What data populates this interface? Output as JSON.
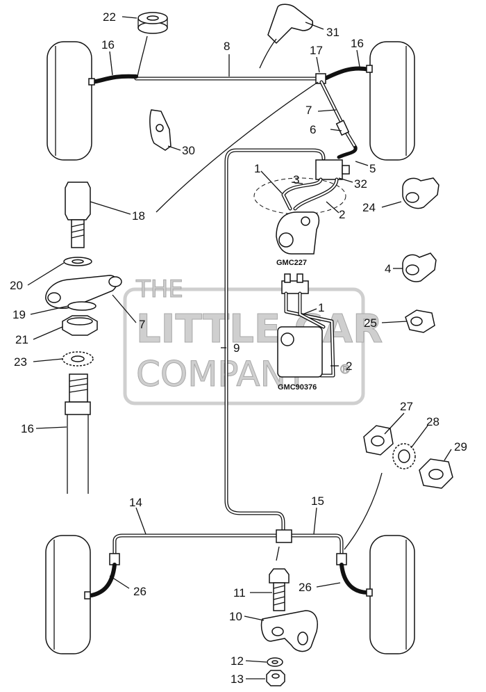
{
  "diagram": {
    "callouts": [
      {
        "id": "c22",
        "text": "22"
      },
      {
        "id": "c31",
        "text": "31"
      },
      {
        "id": "c16a",
        "text": "16"
      },
      {
        "id": "c8",
        "text": "8"
      },
      {
        "id": "c17",
        "text": "17"
      },
      {
        "id": "c16b",
        "text": "16"
      },
      {
        "id": "c7a",
        "text": "7"
      },
      {
        "id": "c6",
        "text": "6"
      },
      {
        "id": "c30",
        "text": "30"
      },
      {
        "id": "c5",
        "text": "5"
      },
      {
        "id": "c1a",
        "text": "1"
      },
      {
        "id": "c3",
        "text": "3"
      },
      {
        "id": "c32",
        "text": "32"
      },
      {
        "id": "c2a",
        "text": "2"
      },
      {
        "id": "c18",
        "text": "18"
      },
      {
        "id": "c24",
        "text": "24"
      },
      {
        "id": "c20",
        "text": "20"
      },
      {
        "id": "c4",
        "text": "4"
      },
      {
        "id": "c19",
        "text": "19"
      },
      {
        "id": "c7b",
        "text": "7"
      },
      {
        "id": "c21",
        "text": "21"
      },
      {
        "id": "c1b",
        "text": "1"
      },
      {
        "id": "c25",
        "text": "25"
      },
      {
        "id": "c9",
        "text": "9"
      },
      {
        "id": "c23",
        "text": "23"
      },
      {
        "id": "c2b",
        "text": "2"
      },
      {
        "id": "c16c",
        "text": "16"
      },
      {
        "id": "c27",
        "text": "27"
      },
      {
        "id": "c28",
        "text": "28"
      },
      {
        "id": "c29",
        "text": "29"
      },
      {
        "id": "c14",
        "text": "14"
      },
      {
        "id": "c15",
        "text": "15"
      },
      {
        "id": "c26a",
        "text": "26"
      },
      {
        "id": "c26b",
        "text": "26"
      },
      {
        "id": "c11",
        "text": "11"
      },
      {
        "id": "c10",
        "text": "10"
      },
      {
        "id": "c12",
        "text": "12"
      },
      {
        "id": "c13",
        "text": "13"
      }
    ],
    "codes": {
      "upper": "GMC227",
      "lower": "GMC90376"
    },
    "watermark": {
      "line1": "THE",
      "line2": "LITTLE CAR",
      "line3": "COMPANY",
      "reg": "®"
    }
  }
}
